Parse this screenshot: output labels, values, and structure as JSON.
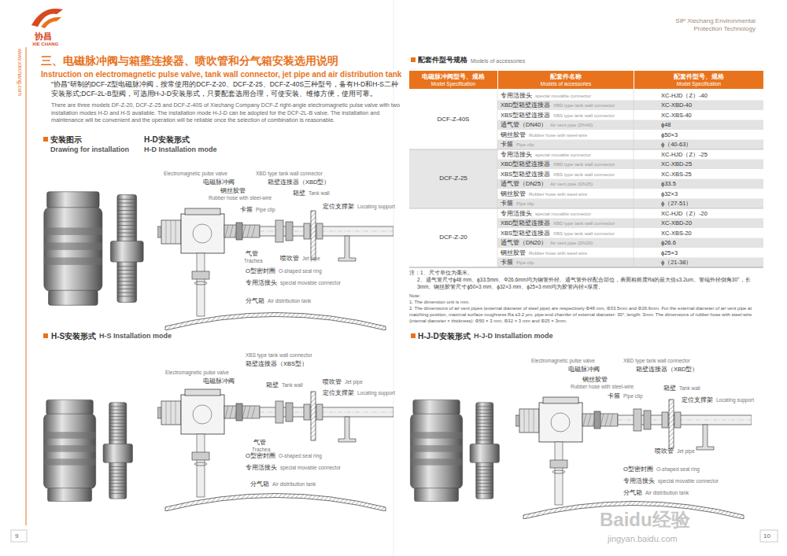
{
  "diagram": {
    "title": "三、电磁脉冲阀与箱壁连接器、喷吹管和分气箱安装选用说明",
    "nodes": [
      {
        "text": [
          "电磁脉冲阀型号、规格",
          "Model Specification"
        ]
      },
      {
        "text": [
          "配套件名称",
          "Models of accessories"
        ]
      },
      {
        "text": [
          "配套件型号、规格",
          "Model Specification"
        ]
      }
    ],
    "labels": [
      "协昌",
      "XIE CHANG",
      "SIP Xiechang Environmental Protection Technology",
      "www.xiechang.com",
      "9",
      "10",
      "Instruction on electromagnetic pulse valve, tank wall connector, jet pipe and air distribution tank",
      "“协昌”研制的DCF-Z型电磁脉冲阀，按常使用的DCF-Z-20、DCF-Z-25、DCF-Z-40S三种型号，备有H-D和H-S二种安装形式;DCF-2L-B型阀，可选用H-J-D安装形式，只要配套选用合理，可使安装、维修方便，使用可靠。",
      "There are three models DF-Z-20, DCF-Z-25 and DCF-Z-40S of Xiechang Company DCF-Z right-angle electromagnetic pulse valve with two installation modes H-D and H-S available. The installation mode H-J-D can be adopted for the DCF-2L-B valve. The installation and maintenance will be convenient and the operation will be reliable once the selection of combination is reasonable.",
      "安装图示",
      "Drawing for installation",
      "H-D安装形式",
      "H-D Installation mode",
      "Electromagnetic pulse valve",
      "电磁脉冲阀",
      "钢丝胶管",
      "Rubber hose with steel-wire",
      "XBD type tank wall connector",
      "箱壁连接器（XBD型）",
      "箱壁",
      "Tank wall",
      "卡箍",
      "Pipe clip",
      "定位支撑架",
      "Locating support",
      "气管",
      "Trachea",
      "喷吹管",
      "Jet pipe",
      "O型密封圈",
      "O-shaped seal ring",
      "专用活接头",
      "special movable connector",
      "分气箱",
      "Air distribution tank",
      "H-S安装形式",
      "H-S Installation mode",
      "XBS type tank wall connector",
      "箱壁连接器（XBS型）",
      "Electromagnetic pulse valve",
      "电磁脉冲阀",
      "箱壁",
      "Tank wall",
      "喷吹管",
      "Jet pipe",
      "定位支撑架",
      "Locating support",
      "气管",
      "Trachea",
      "O型密封圈",
      "O-shaped seal ring",
      "专用活接头",
      "special movable connector",
      "分气箱",
      "Air distribution tank",
      "配套件型号规格",
      "Models of accessories",
      "DCF-Z-40S",
      "专用活接头",
      "special movable connector",
      "XC-HJD（Z）-40",
      "XBD型箱壁连接器",
      "XBD type tank wall connector",
      "XC-XBD-40",
      "XBS型箱壁连接器",
      "XBS type tank wall connector",
      "XC-XBS-40",
      "通气管（DN40）",
      "Air vent pipe (DN40)",
      "ϕ48",
      "钢丝胶管",
      "Rubber hose with steel-wire",
      "ϕ50×3",
      "卡箍",
      "Pipe clip",
      "ϕ（40-63）",
      "DCF-Z-25",
      "专用活接头",
      "special movable connector",
      "XC-HJD（Z）-25",
      "XBD型箱壁连接器",
      "XBD type tank wall connector",
      "XC-XBD-25",
      "XBS型箱壁连接器",
      "XBS type tank wall connector",
      "XC-XBS-25",
      "通气管（DN25）",
      "Air vent pipe (DN25)",
      "ϕ33.5",
      "钢丝胶管",
      "Rubber hose with steel-wire",
      "ϕ32×3",
      "卡箍",
      "Pipe clip",
      "ϕ（27-51）",
      "DCF-Z-20",
      "专用活接头",
      "special movable connector",
      "XC-HJD（Z）-20",
      "XBD型箱壁连接器",
      "XBD type tank wall connector",
      "XC-XBD-20",
      "XBS型箱壁连接器",
      "XBS type tank wall connector",
      "XC-XBS-20",
      "通气管（DN20）",
      "Air vent pipe (DN20)",
      "ϕ26.6",
      "钢丝胶管",
      "Rubber hose with steel-wire",
      "ϕ25×3",
      "卡箍",
      "Pipe clip",
      "ϕ（21-38）",
      "注：1、尺寸单位为毫米。",
      "2、通气管尺寸ϕ48 mm、ϕ33.5mm、Φ26.6mm均为钢管外径。通气管外径配合部位，表面粗糙度Ra的最大值≤3.2um。管端外径倒角30°，长3mm。钢丝胶管尺寸ϕ50×3 mm、ϕ32×3 mm、ϕ25×3 mm均为胶管内径×厚度。",
      "Note:",
      "1. The dimension unit is mm.",
      "2. The dimensions of air vent pipes (external diameter of steel pipe) are respectively Φ48 mm, Φ33.5mm and Φ26.6mm. For the external diameter of air vent pipe at matching position, maximal surface roughness Ra ≤3.2 μm, pipe-end chamfer of external diameter: 30°, length: 3mm. The dimensions of rubber hose with steel-wire (internal diameter × thickness): Φ50 × 3 mm, Φ32 × 3 mm and Φ25 × 3mm.",
      "H-J-D安装形式",
      "H-J-D Installation mode",
      "Electromagnetic pulse valve",
      "电磁脉冲阀",
      "钢丝胶管",
      "Rubber hose with steel-wire",
      "XBD type tank wall connector",
      "箱壁连接器（XBD型）",
      "箱壁",
      "Tank wall",
      "卡箍",
      "Pipe clip",
      "定位支撑架",
      "Locating support",
      "喷吹管",
      "Jet pipe",
      "O型密封圈",
      "O-shaped seal ring",
      "专用活接头",
      "special movable connector",
      "分气箱",
      "Air distribution tank",
      "Baidu经验",
      "jingyan.baidu.com"
    ]
  }
}
